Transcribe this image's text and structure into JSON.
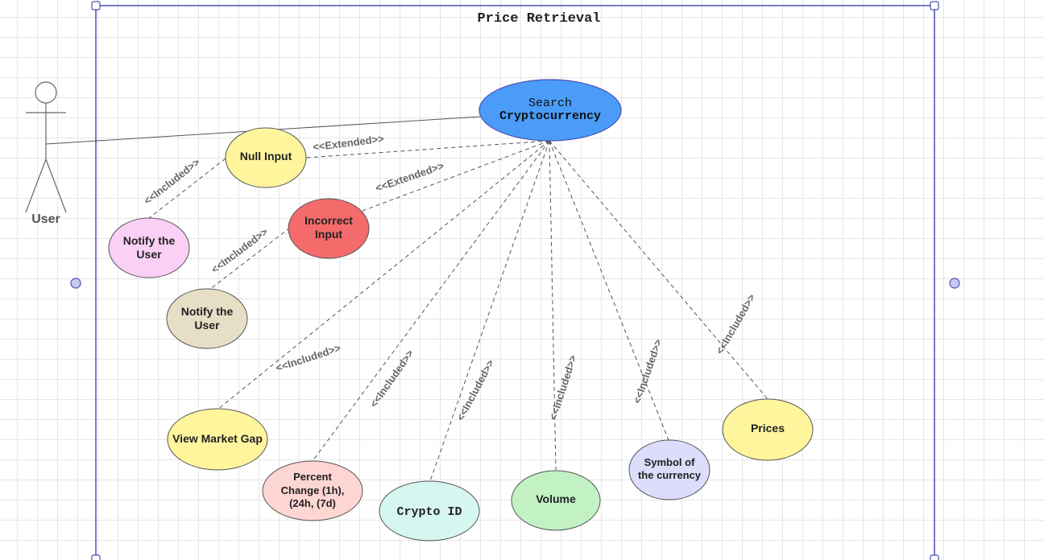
{
  "diagram": {
    "title": "Price Retrieval",
    "actor": {
      "label": "User"
    },
    "central": {
      "line1": "Search",
      "line2": "Cryptocurrency",
      "color": "#4a9cf8"
    },
    "use_cases": {
      "null_input": {
        "lines": [
          "Null Input"
        ],
        "color": "#fff59d"
      },
      "incorrect_input": {
        "lines": [
          "Incorrect",
          "Input"
        ],
        "color": "#f56b6b"
      },
      "notify_user_1": {
        "lines": [
          "Notify the",
          "User"
        ],
        "color": "#fbd0f5"
      },
      "notify_user_2": {
        "lines": [
          "Notify the",
          "User"
        ],
        "color": "#e6dfc6"
      },
      "view_market_gap": {
        "lines": [
          "View Market Gap"
        ],
        "color": "#fff59d"
      },
      "percent_change": {
        "lines": [
          "Percent",
          "Change (1h),",
          "(24h, (7d)"
        ],
        "color": "#fdd5d2"
      },
      "crypto_id": {
        "lines": [
          "Crypto ID"
        ],
        "color": "#d6f7f0"
      },
      "volume": {
        "lines": [
          "Volume"
        ],
        "color": "#c2f2c4"
      },
      "symbol": {
        "lines": [
          "Symbol of",
          "the currency"
        ],
        "color": "#dcdcfb"
      },
      "prices": {
        "lines": [
          "Prices"
        ],
        "color": "#fff59d"
      }
    },
    "relations": {
      "extended": "<<Extended>>",
      "included": "<<Included>>"
    },
    "colors": {
      "frame": "#4a4fb5",
      "line": "#555555",
      "text": "#222222"
    }
  }
}
